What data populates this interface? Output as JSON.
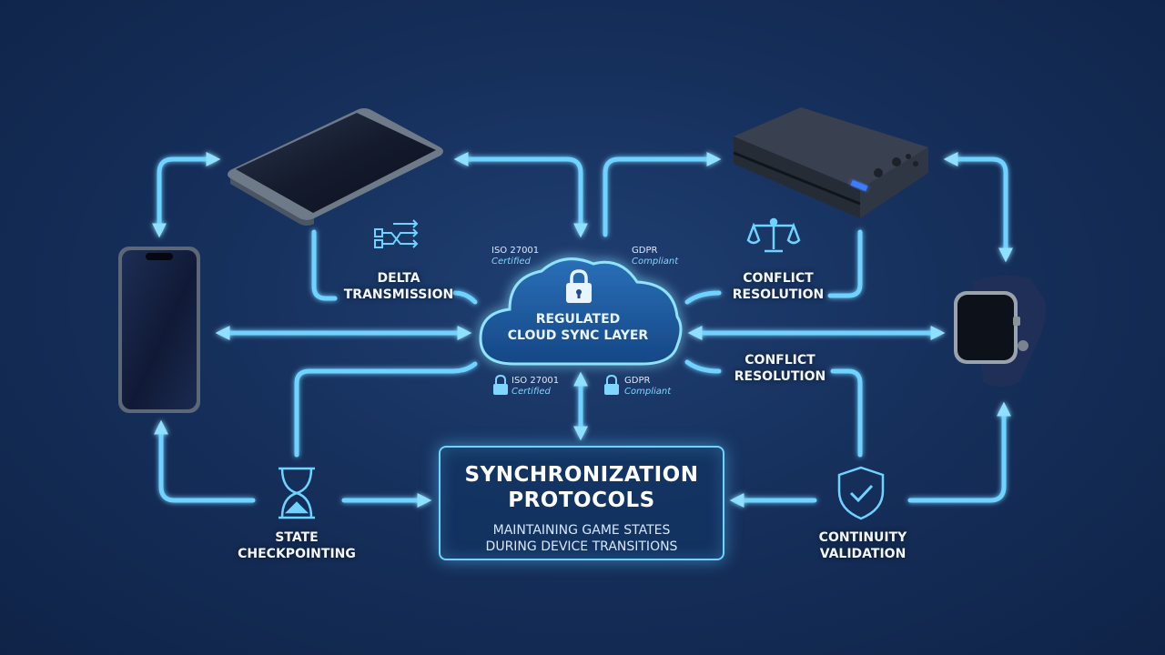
{
  "colors": {
    "background": "#16305c",
    "flow_line": "#6fd3ff",
    "glow": "#3fb8ff",
    "text": "#f2f7ff",
    "accent_text": "#7fd6ff"
  },
  "cloud": {
    "title_line1": "REGULATED",
    "title_line2": "CLOUD SYNC LAYER",
    "icon": "padlock-icon"
  },
  "badges": {
    "top_left": {
      "name": "ISO 27001",
      "status": "Certified"
    },
    "top_right": {
      "name": "GDPR",
      "status": "Compliant"
    },
    "bottom_left": {
      "name": "ISO 27001",
      "status": "Certified"
    },
    "bottom_right": {
      "name": "GDPR",
      "status": "Compliant"
    }
  },
  "protocols": {
    "title_line1": "SYNCHRONIZATION",
    "title_line2": "PROTOCOLS",
    "subtitle_line1": "MAINTAINING GAME STATES",
    "subtitle_line2": "DURING DEVICE TRANSITIONS"
  },
  "nodes": {
    "delta": {
      "line1": "DELTA",
      "line2": "TRANSMISSION",
      "icon": "branching-arrows-icon"
    },
    "conflict_top": {
      "line1": "CONFLICT",
      "line2": "RESOLUTION",
      "icon": "scales-icon"
    },
    "conflict_mid": {
      "line1": "CONFLICT",
      "line2": "RESOLUTION"
    },
    "state": {
      "line1": "STATE",
      "line2": "CHECKPOINTING",
      "icon": "hourglass-icon"
    },
    "continuity": {
      "line1": "CONTINUITY",
      "line2": "VALIDATION",
      "icon": "shield-check-icon"
    }
  },
  "devices": [
    {
      "id": "tablet",
      "icon": "tablet-icon"
    },
    {
      "id": "console",
      "icon": "game-console-icon"
    },
    {
      "id": "phone",
      "icon": "smartphone-icon"
    },
    {
      "id": "watch",
      "icon": "smartwatch-icon"
    }
  ]
}
